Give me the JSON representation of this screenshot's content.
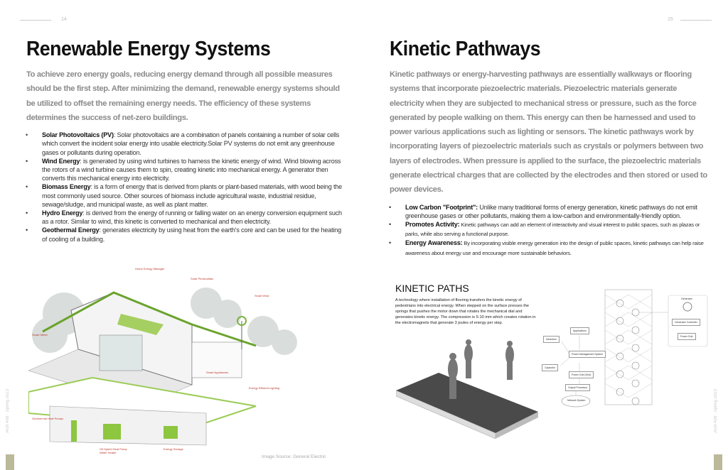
{
  "left": {
    "page_number": "14",
    "title": "Renewable Energy Systems",
    "lead": "To achieve zero energy goals, reducing energy demand through all possible measures should be the first step. After minimizing the demand, renewable energy systems should be utilized to offset the remaining energy needs. The efficiency of these systems determines the success of net-zero buildings.",
    "bullets": [
      {
        "term": "Solar Photovoltaics (PV)",
        "text": ": Solar photovoltaics are a combination of panels containing a number of solar cells which convert the incident solar energy into usable electricity.Solar PV systems do not emit any greenhouse gases or pollutants during operation."
      },
      {
        "term": "Wind Energy",
        "text": ": is generated by using wind turbines to harness the kinetic energy of wind. Wind blowing across the rotors of a wind turbine causes them to spin, creating kinetic into mechanical energy. A generator then converts this mechanical energy into electricity."
      },
      {
        "term": "Biomass Energy",
        "text": ": is a form of energy that is derived from plants or plant-based materials, with wood being the most commonly used source. Other sources of biomass include agricultural waste, industrial residue, sewage/sludge, and municipal waste, as well as plant matter."
      },
      {
        "term": "Hydro Energy",
        "text": ": is derived from the energy of running or falling water on an energy conversion equipment such as a rotor. Similar to wind, this kinetic is converted to mechanical and then electricity."
      },
      {
        "term": "Geothermal Energy",
        "text": ": generates electricity by using heat from the earth's core and can be used for the heating of cooling of a building."
      }
    ],
    "figure_labels": [
      "Home Energy Manager",
      "Solar Photovoltaic",
      "Small Wind",
      "Smart Meter",
      "Geothermal Heat Pumps",
      "Smart Appliances",
      "Energy Efficient Lighting",
      "Energy Storage",
      "Oil Hybrid Heat Pump Water Heater"
    ],
    "image_source": "Image Source: General Electric",
    "footer": "Arch 498 · Spring 2023"
  },
  "right": {
    "page_number": "15",
    "title": "Kinetic Pathways",
    "lead": "Kinetic pathways or energy-harvesting pathways are essentially walkways or flooring systems that incorporate piezoelectric materials. Piezoelectric materials generate electricity when they are subjected to mechanical stress or pressure, such as the force generated by people walking on them. This energy can then be harnessed and used to power various applications such as lighting or sensors. The kinetic pathways work by incorporating layers of piezoelectric materials such as crystals or polymers between two layers of electrodes. When pressure is applied to the surface, the piezoelectric materials generate electrical charges that are collected by the electrodes and then stored or used to power devices.",
    "bullets": [
      {
        "term": "Low Carbon \"Footprint\":",
        "text": " Unlike many traditional forms of energy generation, kinetic pathways do not emit greenhouse gases or other pollutants, making them a low-carbon and environmentally-friendly option."
      },
      {
        "term": "Promotes Activity:",
        "text": " Kinetic pathways can add an element of interactivity and visual interest to public spaces, such as plazas or parks, while also serving a functional purpose."
      },
      {
        "term": "Energy Awareness:",
        "text": " By incorporating visible energy generation into the design of public spaces, kinetic pathways can help raise awareness about energy use and encourage more sustainable behaviors."
      }
    ],
    "figure_title": "KINETIC PATHS",
    "figure_text": "A technology where installation of flooring transfers the kinetic energy of pedestrians into electrical energy. When stepped on the surface presses the springs that pushes the motor down that rotates the mechanical dial and generates kinetic energy. The compression is 5-10 mm which creates rotation in the electromagnets that generate 3 joules of energy per step.",
    "diagram_labels": {
      "applications": "Applications",
      "detection": "Detection",
      "capacitor": "Capacitor",
      "pms": "Power Management System",
      "grid": "Power Grid (Grid)",
      "output": "Output Processor",
      "network": "Network System",
      "generator": "Generator",
      "controller": "Generator Controller",
      "power": "Power Grid"
    },
    "footer": "Arch 498 · Spring 2023"
  }
}
